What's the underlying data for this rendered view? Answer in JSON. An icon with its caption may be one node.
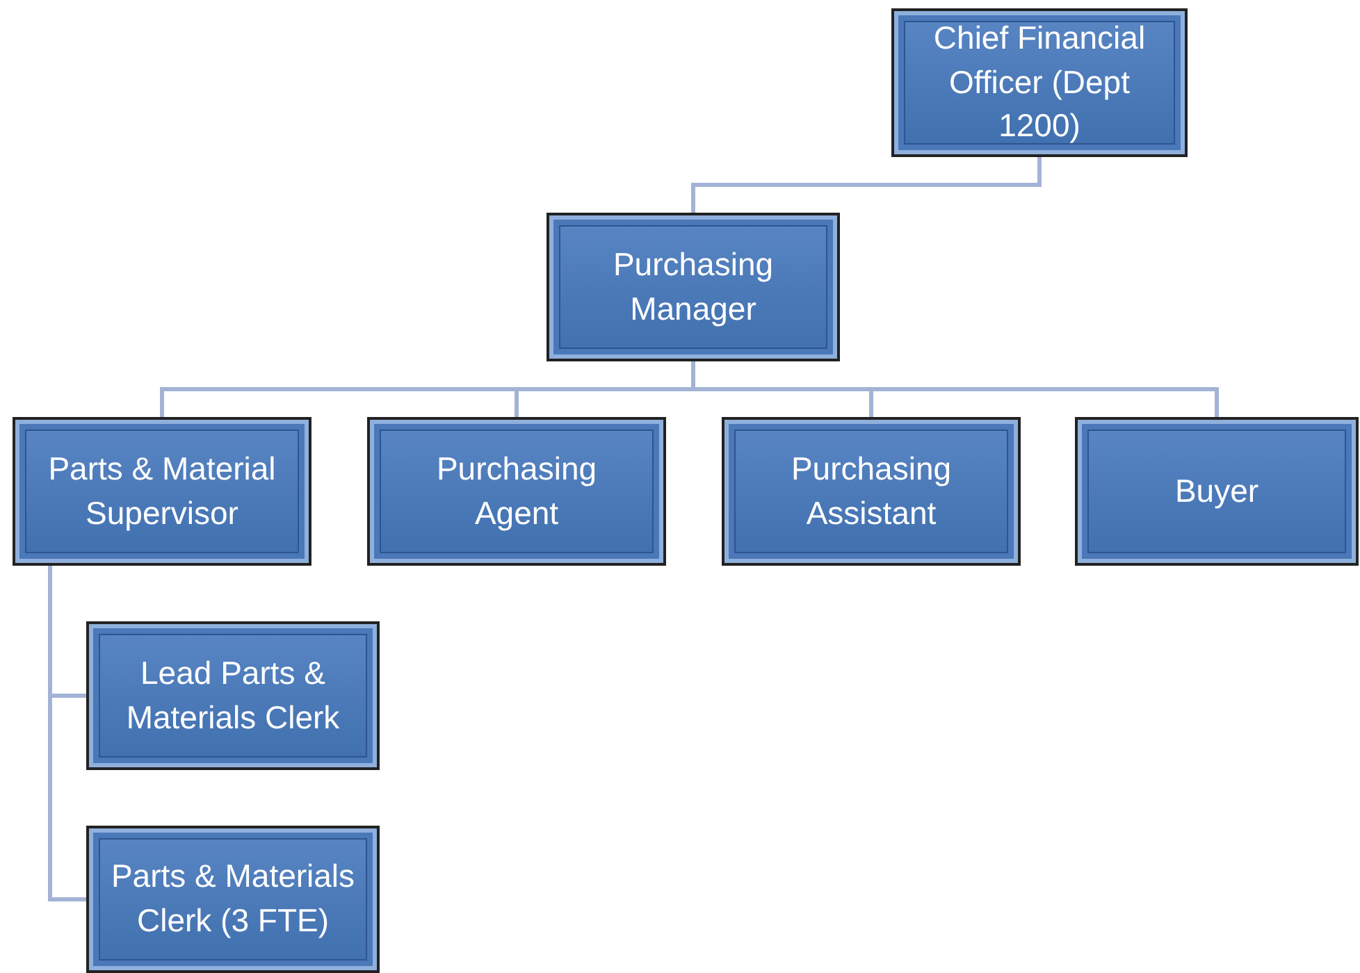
{
  "diagram": {
    "nodes": [
      {
        "text": [
          "Chief Financial Officer (Dept 1200)"
        ]
      },
      {
        "text": [
          "Purchasing Manager"
        ]
      },
      {
        "text": [
          "Parts & Material Supervisor"
        ]
      },
      {
        "text": [
          "Purchasing Agent"
        ]
      },
      {
        "text": [
          "Purchasing Assistant"
        ]
      },
      {
        "text": [
          "Buyer"
        ]
      },
      {
        "text": [
          "Lead Parts & Materials Clerk"
        ]
      },
      {
        "text": [
          "Parts & Materials Clerk (3 FTE)"
        ]
      }
    ],
    "edges": [
      {
        "from": 0,
        "to": 1,
        "arrow": "none"
      },
      {
        "from": 1,
        "to": 2,
        "arrow": "none"
      },
      {
        "from": 1,
        "to": 3,
        "arrow": "none"
      },
      {
        "from": 1,
        "to": 4,
        "arrow": "none"
      },
      {
        "from": 1,
        "to": 5,
        "arrow": "none"
      },
      {
        "from": 2,
        "to": 6,
        "arrow": "none"
      },
      {
        "from": 2,
        "to": 7,
        "arrow": "none"
      }
    ]
  }
}
